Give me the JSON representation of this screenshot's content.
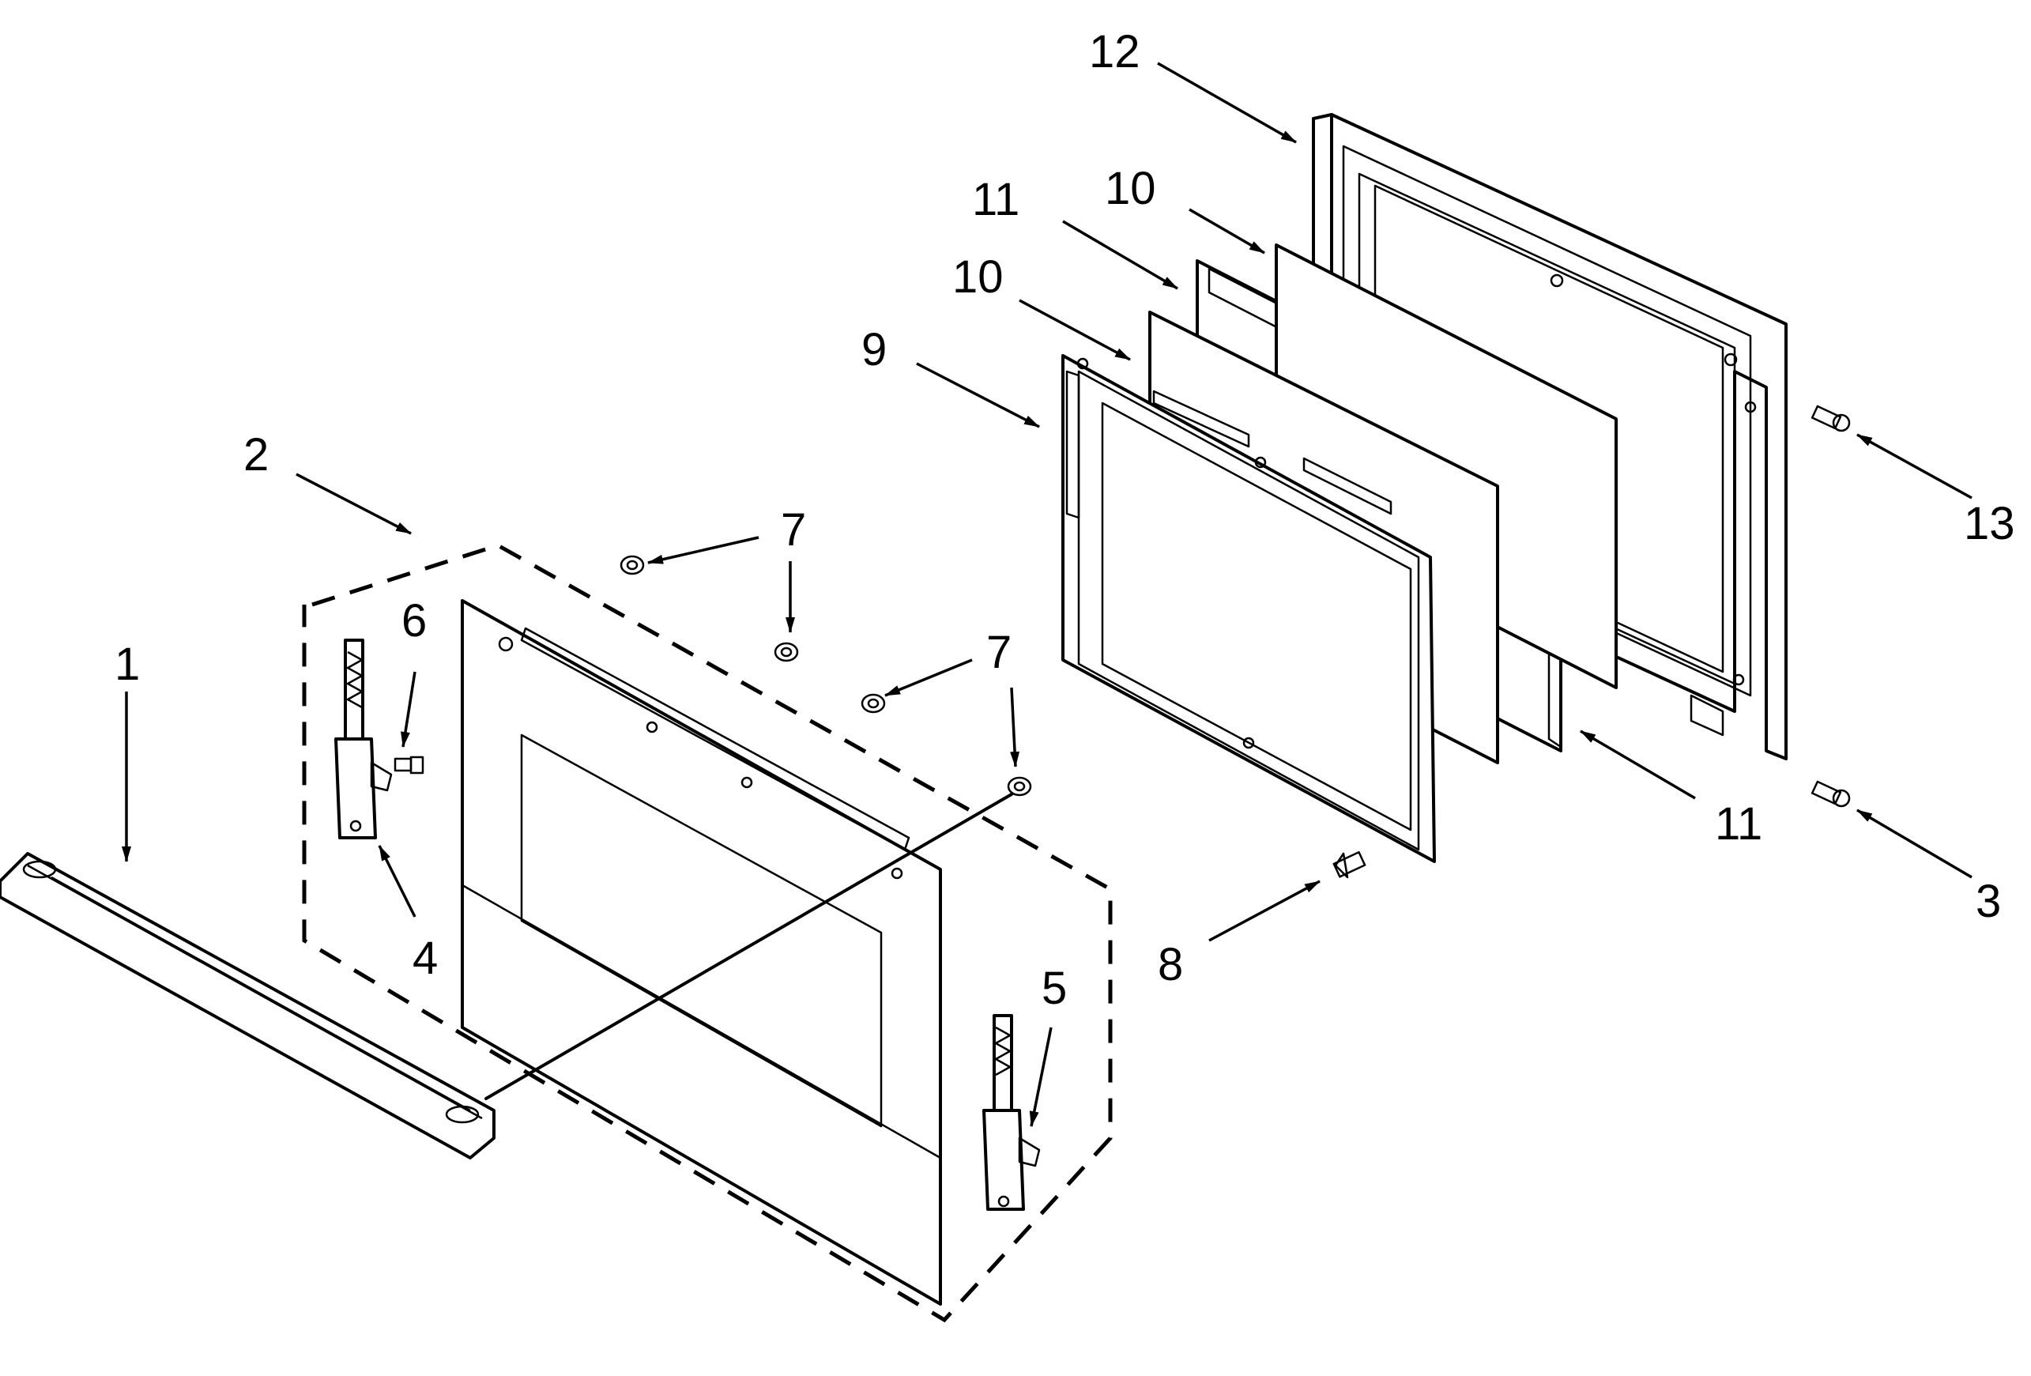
{
  "diagram": {
    "callouts": [
      {
        "id": "c1",
        "label": "1"
      },
      {
        "id": "c2",
        "label": "2"
      },
      {
        "id": "c3",
        "label": "3"
      },
      {
        "id": "c4",
        "label": "4"
      },
      {
        "id": "c5",
        "label": "5"
      },
      {
        "id": "c6",
        "label": "6"
      },
      {
        "id": "c7a",
        "label": "7"
      },
      {
        "id": "c7b",
        "label": "7"
      },
      {
        "id": "c8",
        "label": "8"
      },
      {
        "id": "c9",
        "label": "9"
      },
      {
        "id": "c10a",
        "label": "10"
      },
      {
        "id": "c10b",
        "label": "10"
      },
      {
        "id": "c11a",
        "label": "11"
      },
      {
        "id": "c11b",
        "label": "11"
      },
      {
        "id": "c12",
        "label": "12"
      },
      {
        "id": "c13",
        "label": "13"
      }
    ]
  }
}
